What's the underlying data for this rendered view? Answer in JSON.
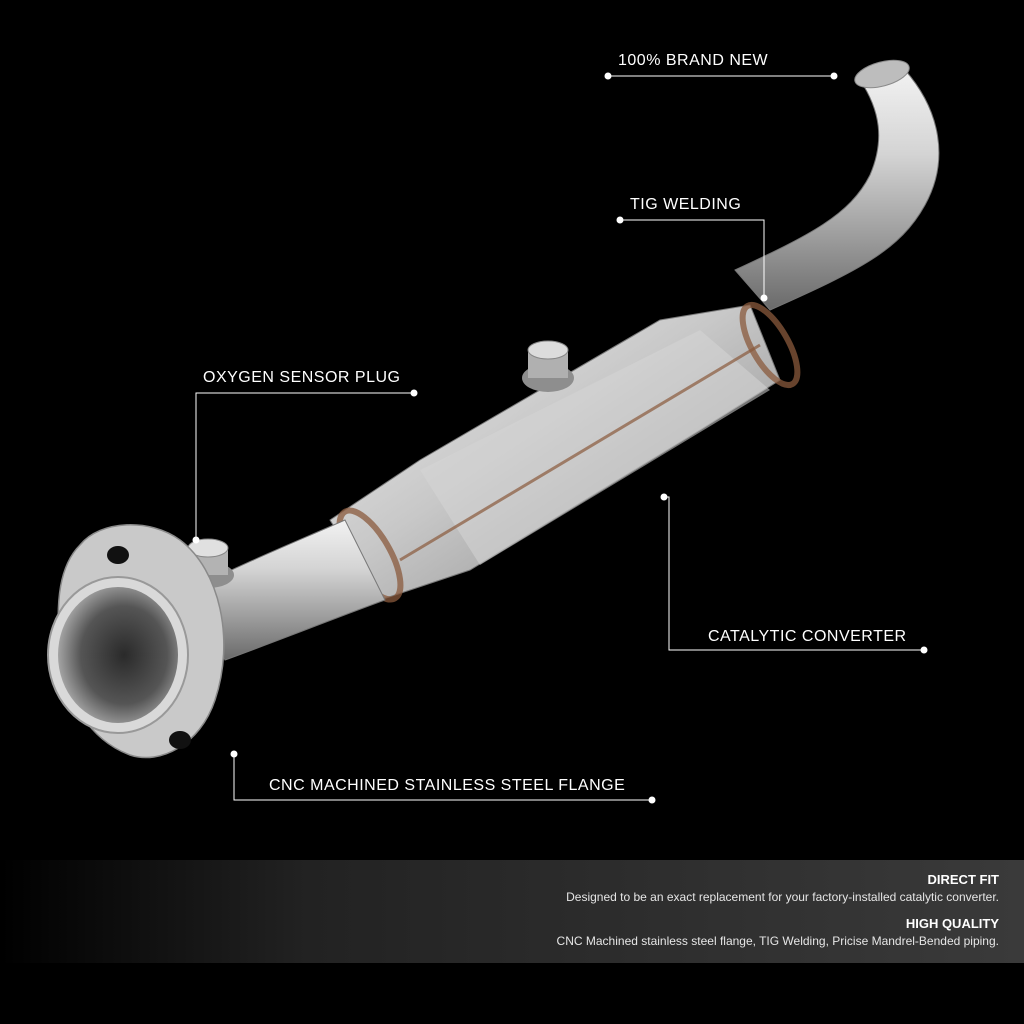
{
  "callouts": {
    "brand_new": "100% BRAND NEW",
    "tig_welding": "TIG WELDING",
    "oxygen_sensor": "OXYGEN SENSOR PLUG",
    "catalytic_converter": "CATALYTIC CONVERTER",
    "flange": "CNC MACHINED STAINLESS STEEL  FLANGE"
  },
  "info": {
    "direct_fit_title": "DIRECT FIT",
    "direct_fit_text": "Designed to be an exact replacement for your factory-installed catalytic converter.",
    "high_quality_title": "HIGH QUALITY",
    "high_quality_text": "CNC Machined stainless steel flange, TIG Welding, Pricise Mandrel-Bended piping."
  },
  "colors": {
    "background": "#000000",
    "callout_line": "#ffffff",
    "steel": "#c9c9c9",
    "weld": "#8a5a3c"
  }
}
